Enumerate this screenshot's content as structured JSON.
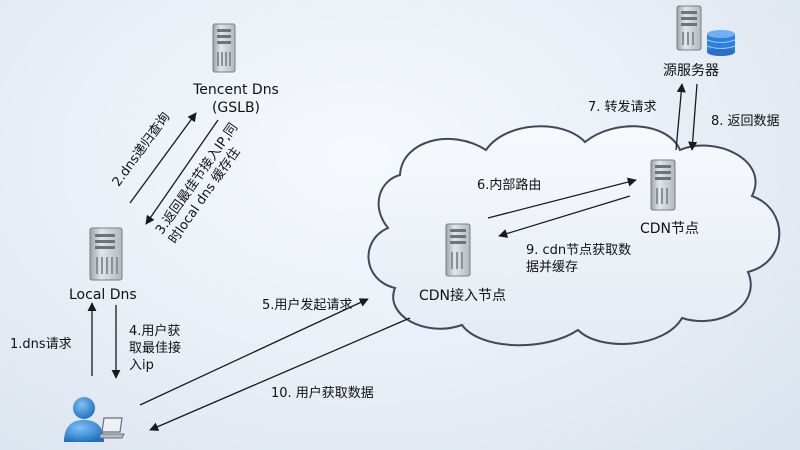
{
  "nodes": {
    "tencent_dns": "Tencent Dns",
    "gslb": "(GSLB)",
    "local_dns": "Local Dns",
    "origin_server": "源服务器",
    "cdn_node": "CDN节点",
    "cdn_access_node": "CDN接入节点"
  },
  "steps": {
    "s1": "1.dns请求",
    "s2": "2.dns递归查询",
    "s3_line1": "3.返回最佳节接入IP,同",
    "s3_line2": "时local dns 缓存住",
    "s4_line1": "4.用户获",
    "s4_line2": "取最佳接",
    "s4_line3": "入ip",
    "s5": "5.用户发起请求",
    "s6": "6.内部路由",
    "s7": "7. 转发请求",
    "s8": "8. 返回数据",
    "s9_line1": "9. cdn节点获取数",
    "s9_line2": "据并缓存",
    "s10": "10. 用户获取数据"
  },
  "colors": {
    "arrow": "#1a1a1a",
    "cloud_fill": "#eef3f9",
    "cloud_stroke": "#3d4a5c",
    "server_body": "#c9ccd1",
    "database": "#2f7fe0",
    "user": "#2e86d9"
  }
}
